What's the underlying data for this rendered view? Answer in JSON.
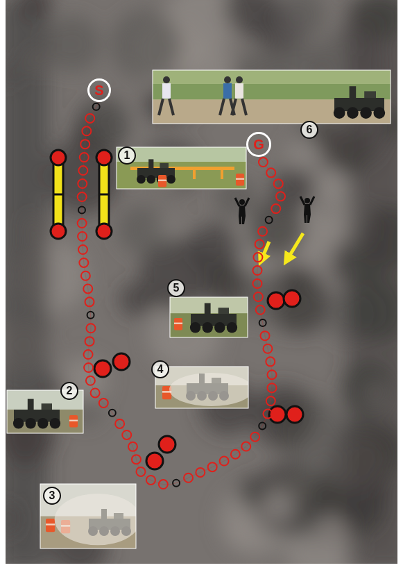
{
  "diagram": {
    "nodes": [
      {
        "text": [
          "S"
        ]
      },
      {
        "text": [
          "G"
        ]
      }
    ],
    "edges": [
      {
        "from": 0,
        "to": 1,
        "arrow": "none"
      }
    ],
    "labels": [
      "1",
      "2",
      "3",
      "4",
      "5",
      "6"
    ]
  }
}
